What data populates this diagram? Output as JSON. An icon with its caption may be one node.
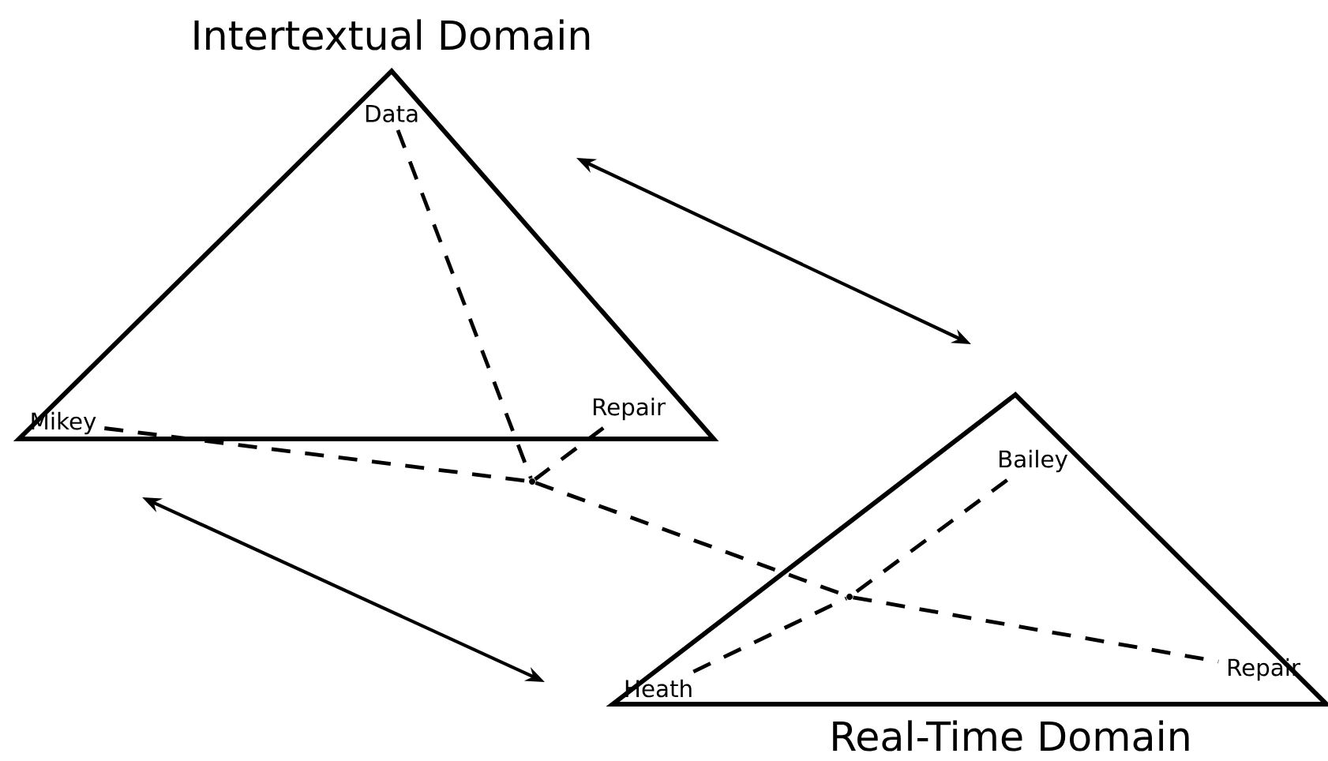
{
  "diagram": {
    "nodes": [
      {
        "text": [
          "Intertextual Domain"
        ]
      },
      {
        "text": [
          "Data"
        ],
        "in": 0
      },
      {
        "text": [
          "Mikey"
        ],
        "in": 0
      },
      {
        "text": [
          "Repair"
        ],
        "in": 0
      },
      {
        "text": [],
        "shape": "point"
      },
      {
        "text": [],
        "shape": "point",
        "in": 6
      },
      {
        "text": [
          "Real-Time Domain"
        ]
      },
      {
        "text": [
          "Bailey"
        ],
        "in": 6
      },
      {
        "text": [
          "Heath"
        ],
        "in": 6
      },
      {
        "text": [
          "Repair"
        ],
        "in": 6
      }
    ],
    "edges": [
      {
        "from": 0,
        "to": 6,
        "arrow": "both"
      },
      {
        "from": 2,
        "to": 8,
        "arrow": "both"
      },
      {
        "from": 1,
        "to": 4,
        "arrow": "none",
        "style": "dashed"
      },
      {
        "from": 2,
        "to": 4,
        "arrow": "none",
        "style": "dashed"
      },
      {
        "from": 3,
        "to": 4,
        "arrow": "none",
        "style": "dashed"
      },
      {
        "from": 4,
        "to": 5,
        "arrow": "none",
        "style": "dashed"
      },
      {
        "from": 5,
        "to": 9,
        "arrow": "none",
        "style": "dashed"
      },
      {
        "from": 7,
        "to": 5,
        "arrow": "none",
        "style": "dashed"
      },
      {
        "from": 8,
        "to": 5,
        "arrow": "none",
        "style": "dashed"
      }
    ]
  }
}
